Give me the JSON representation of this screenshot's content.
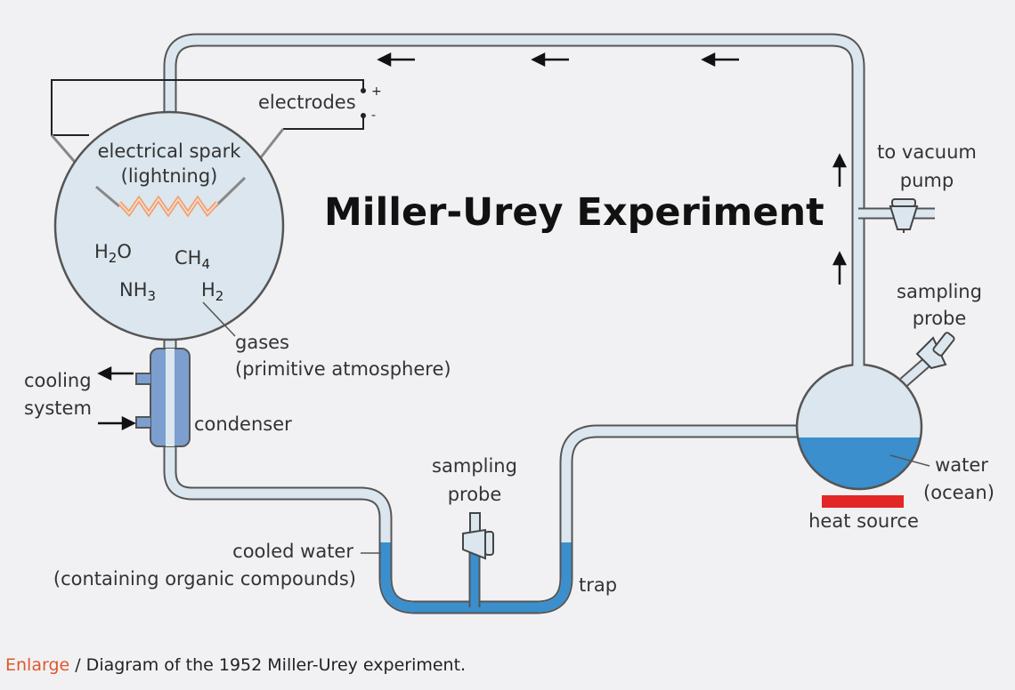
{
  "diagram": {
    "title": "Miller-Urey Experiment",
    "labels": {
      "electrodes": "electrodes",
      "plus": "+",
      "minus": "-",
      "spark_line1": "electrical spark",
      "spark_line2": "(lightning)",
      "gases_line1": "gases",
      "gases_line2": "(primitive atmosphere)",
      "cooling_line1": "cooling",
      "cooling_line2": "system",
      "condenser": "condenser",
      "sampling_probe_mid_line1": "sampling",
      "sampling_probe_mid_line2": "probe",
      "cooled_water_line1": "cooled water",
      "cooled_water_line2": "(containing organic compounds)",
      "trap": "trap",
      "vacuum_line1": "to vacuum",
      "vacuum_line2": "pump",
      "sampling_probe_right_line1": "sampling",
      "sampling_probe_right_line2": "probe",
      "water_line1": "water",
      "water_line2": "(ocean)",
      "heat_source": "heat source"
    },
    "molecules": {
      "h2o": {
        "a": "H",
        "sub": "2",
        "b": "O"
      },
      "ch4": {
        "a": "CH",
        "sub": "4"
      },
      "nh3": {
        "a": "NH",
        "sub": "3"
      },
      "h2": {
        "a": "H",
        "sub": "2"
      }
    },
    "colors": {
      "tube_fill": "#dbe6ee",
      "tube_outline": "#555555",
      "water": "#3a8fcc",
      "condenser": "#7d9fd0",
      "heat": "#e32626",
      "spark": "#f0a070",
      "arrow": "#111111"
    },
    "icons": [
      "flow-arrow-icon",
      "stopcock-icon",
      "spark-icon"
    ]
  },
  "caption": {
    "link": "Enlarge",
    "text": " / Diagram of the 1952 Miller-Urey experiment."
  }
}
